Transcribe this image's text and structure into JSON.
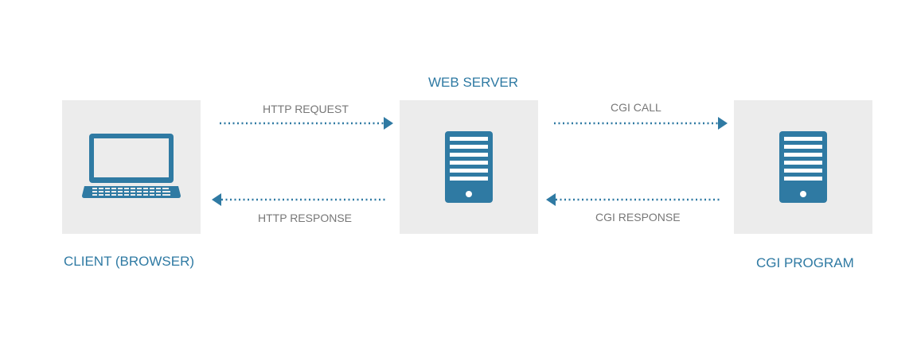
{
  "nodes": {
    "client": {
      "label": "CLIENT (BROWSER)",
      "icon": "laptop-icon"
    },
    "web_server": {
      "label": "WEB SERVER",
      "icon": "server-icon"
    },
    "cgi_program": {
      "label": "CGI PROGRAM",
      "icon": "server-icon"
    }
  },
  "edges": {
    "http_request": "HTTP REQUEST",
    "http_response": "HTTP RESPONSE",
    "cgi_call": "CGI CALL",
    "cgi_response": "CGI RESPONSE"
  },
  "colors": {
    "accent": "#2f7aa3",
    "box_bg": "#ececec",
    "edge_text": "#777777"
  }
}
